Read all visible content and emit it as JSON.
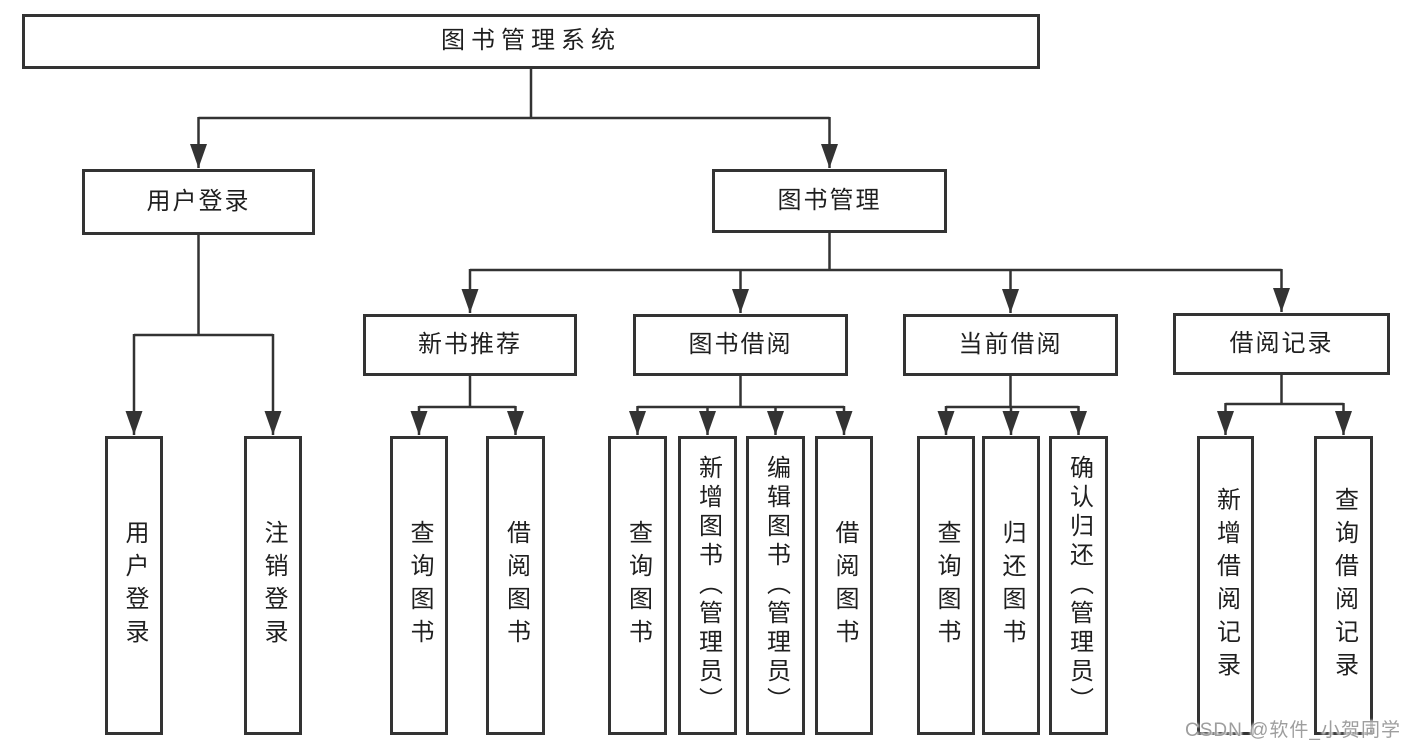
{
  "diagram": {
    "root": {
      "label": "图书管理系统",
      "children": [
        {
          "label": "用户登录",
          "children": [
            {
              "label": "用户登录"
            },
            {
              "label": "注销登录"
            }
          ]
        },
        {
          "label": "图书管理",
          "children": [
            {
              "label": "新书推荐",
              "children": [
                {
                  "label": "查询图书"
                },
                {
                  "label": "借阅图书"
                }
              ]
            },
            {
              "label": "图书借阅",
              "children": [
                {
                  "label": "查询图书"
                },
                {
                  "label": "新增图书（管理员）"
                },
                {
                  "label": "编辑图书（管理员）"
                },
                {
                  "label": "借阅图书"
                }
              ]
            },
            {
              "label": "当前借阅",
              "children": [
                {
                  "label": "查询图书"
                },
                {
                  "label": "归还图书"
                },
                {
                  "label": "确认归还（管理员）"
                }
              ]
            },
            {
              "label": "借阅记录",
              "children": [
                {
                  "label": "新增借阅记录"
                },
                {
                  "label": "查询借阅记录"
                }
              ]
            }
          ]
        }
      ]
    }
  },
  "watermark": "CSDN @软件_小贺同学",
  "colors": {
    "line": "#333333",
    "text": "#1f1f1f",
    "background": "#ffffff",
    "watermark": "#9e9e9e"
  }
}
